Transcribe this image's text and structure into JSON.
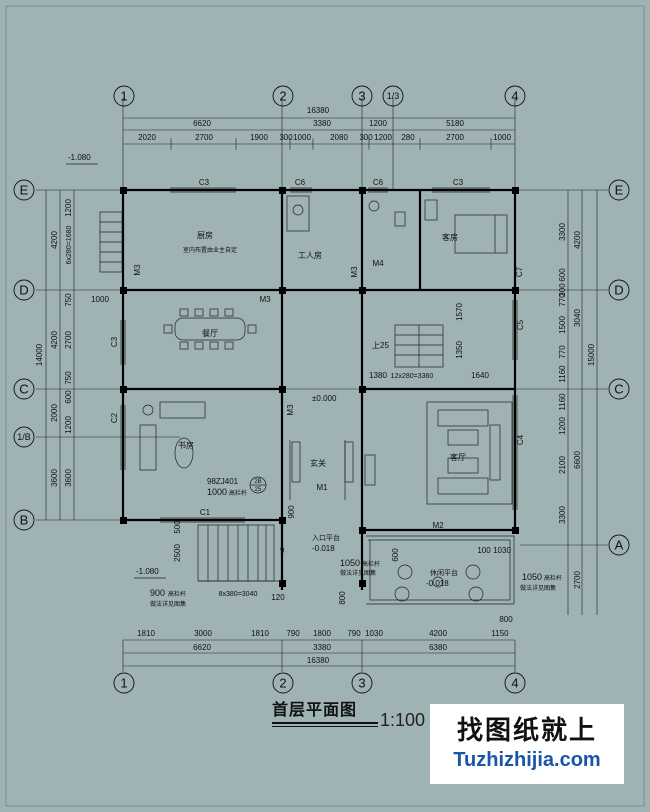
{
  "drawing": {
    "title": "首层平面图",
    "scale": "1:100"
  },
  "watermark": {
    "site_name": "找图纸就上",
    "url": "Tuzhizhijia.com"
  },
  "axes": {
    "vertical": [
      "1",
      "2",
      "3",
      "1/3",
      "4"
    ],
    "horizontal": [
      "E",
      "D",
      "C",
      "1/B",
      "B",
      "A"
    ]
  },
  "dimensions": {
    "top_total": "16380",
    "top_level2": [
      "6620",
      "3380",
      "1200",
      "5180"
    ],
    "top_level3": [
      "2020",
      "2700",
      "1900",
      "300",
      "1000",
      "2080",
      "300",
      "1200",
      "280",
      "2700",
      "1000"
    ],
    "bottom_level1": [
      "1810",
      "3000",
      "1810",
      "790",
      "1800",
      "790",
      "1030",
      "4200",
      "1150"
    ],
    "bottom_level2": [
      "6620",
      "6380"
    ],
    "bottom_level3": [
      "3380"
    ],
    "bottom_total": "16380",
    "left_outer": "14000",
    "left_level2": [
      "4200",
      "4200",
      "2000",
      "3600"
    ],
    "left_level3": [
      "1200",
      "750",
      "2700",
      "750",
      "600",
      "1200",
      "3600"
    ],
    "left_extra": [
      "6x280=1680",
      "1000"
    ],
    "right_outer": "15000",
    "right_level2": [
      "4200",
      "3040",
      "6600",
      "2700"
    ],
    "right_level3": [
      "3300",
      "600",
      "300",
      "770",
      "1500",
      "770",
      "1160",
      "1160",
      "1200",
      "2100",
      "3300"
    ],
    "stair_dims": [
      "12x280=3360",
      "1380",
      "1640",
      "1570",
      "1350"
    ],
    "entry_dims": [
      "8x380=3040",
      "2500",
      "500",
      "900",
      "120",
      "800",
      "800",
      "600",
      "100",
      "1030"
    ]
  },
  "rooms": {
    "kitchen": "厨房",
    "kitchen_note": "室内布置由业主自定",
    "servant_room": "工人房",
    "guest_room": "客房",
    "dining_room": "餐厅",
    "living_room": "客厅",
    "study": "书房",
    "foyer": "玄关"
  },
  "labels": {
    "doors": [
      "M3",
      "M3",
      "M4",
      "M3",
      "M1",
      "M2",
      "M3"
    ],
    "windows": [
      "C3",
      "C6",
      "C6",
      "C3",
      "C7",
      "C3",
      "C2",
      "C4",
      "C5",
      "C1"
    ],
    "level_main": "±0.000",
    "level_yard_left": "-1.080",
    "level_yard_bottom": "-1.080",
    "level_entry": "-0.018",
    "level_terrace": "-0.018",
    "entry_platform": "入口平台",
    "terrace": "休闲平台",
    "stair_up": "上25",
    "ref_code": "98ZJ401",
    "ref_detail": "2B",
    "ref_page": "25",
    "rail_1000": "1000",
    "rail_900": "900",
    "rail_1050_a": "1050",
    "rail_1050_b": "1050",
    "rail_note": "高栏杆",
    "rail_spec": "做法详见图集",
    "axis_9": "9"
  }
}
